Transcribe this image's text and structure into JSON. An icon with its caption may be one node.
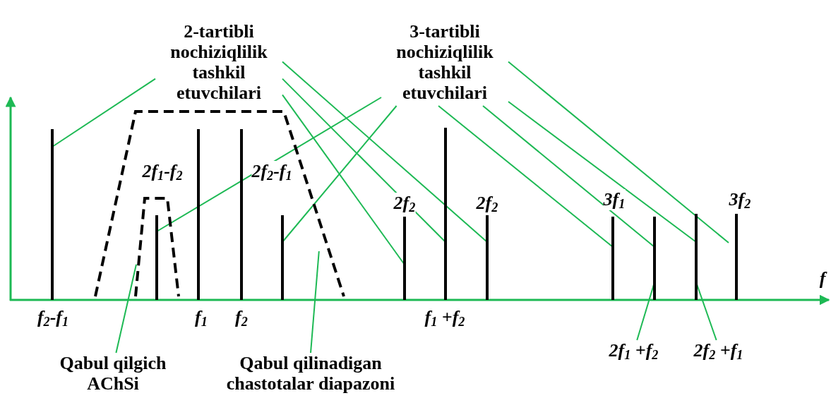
{
  "diagram": {
    "nodes": [
      {
        "text": [
          "2-tartibli nochiziqlilik tashkil etuvchilari"
        ]
      },
      {
        "text": [
          "3-tartibli nochiziqlilik tashkil etuvchilari"
        ]
      },
      {
        "text": [],
        "shape": "trapezoid"
      },
      {
        "text": [],
        "shape": "trapezoid",
        "in": 2
      },
      {
        "text": [],
        "shape": "bar",
        "beside": [
          "f$_{2}$-f$_{1}$"
        ]
      },
      {
        "text": [],
        "shape": "bar",
        "in": 3
      },
      {
        "text": [],
        "shape": "bar",
        "in": 2,
        "beside": [
          "f$_{1}$"
        ]
      },
      {
        "text": [],
        "shape": "bar",
        "in": 2,
        "beside": [
          "f$_{2}$"
        ]
      },
      {
        "text": [],
        "shape": "bar",
        "in": 2
      },
      {
        "text": [],
        "shape": "bar",
        "beside": [
          "2f$_{2}$"
        ]
      },
      {
        "text": [],
        "shape": "bar",
        "beside": [
          "f$_{1}$ +f$_{2}$"
        ]
      },
      {
        "text": [],
        "shape": "bar",
        "beside": [
          "2f$_{2}$"
        ]
      },
      {
        "text": [],
        "shape": "bar",
        "beside": [
          "3f$_{1}$"
        ]
      },
      {
        "text": [],
        "shape": "bar"
      },
      {
        "text": [],
        "shape": "bar"
      },
      {
        "text": [],
        "shape": "bar",
        "beside": [
          "3f$_{2}$"
        ]
      },
      {
        "text": [
          "2f$_{1}$ +f$_{2}$"
        ]
      },
      {
        "text": [
          "2f$_{2}$ +f$_{1}$"
        ]
      },
      {
        "text": [
          "Qabul qilgich AChSi"
        ]
      },
      {
        "text": [
          "Qabul qilinadigan chastotalar diapazoni"
        ]
      }
    ],
    "edges": [
      {
        "from": 0,
        "to": 4,
        "arrow": "none"
      },
      {
        "from": 0,
        "to": 11,
        "arrow": "none"
      },
      {
        "from": 0,
        "to": 10,
        "arrow": "none"
      },
      {
        "from": 0,
        "to": 9,
        "arrow": "none"
      },
      {
        "from": 1,
        "to": 5,
        "arrow": "none"
      },
      {
        "from": 1,
        "to": 8,
        "arrow": "none"
      },
      {
        "from": 1,
        "to": 12,
        "arrow": "none"
      },
      {
        "from": 1,
        "to": 13,
        "arrow": "none"
      },
      {
        "from": 1,
        "to": 14,
        "arrow": "none"
      },
      {
        "from": 1,
        "to": 15,
        "arrow": "none"
      },
      {
        "from": 16,
        "to": 13,
        "arrow": "none"
      },
      {
        "from": 17,
        "to": 14,
        "arrow": "none"
      },
      {
        "from": 18,
        "to": 3,
        "arrow": "none"
      },
      {
        "from": 19,
        "to": 2,
        "arrow": "none"
      }
    ],
    "labels": [
      "2f$_{1}$-f$_{2}$",
      "2f$_{2}$-f$_{1}$",
      "f"
    ]
  }
}
